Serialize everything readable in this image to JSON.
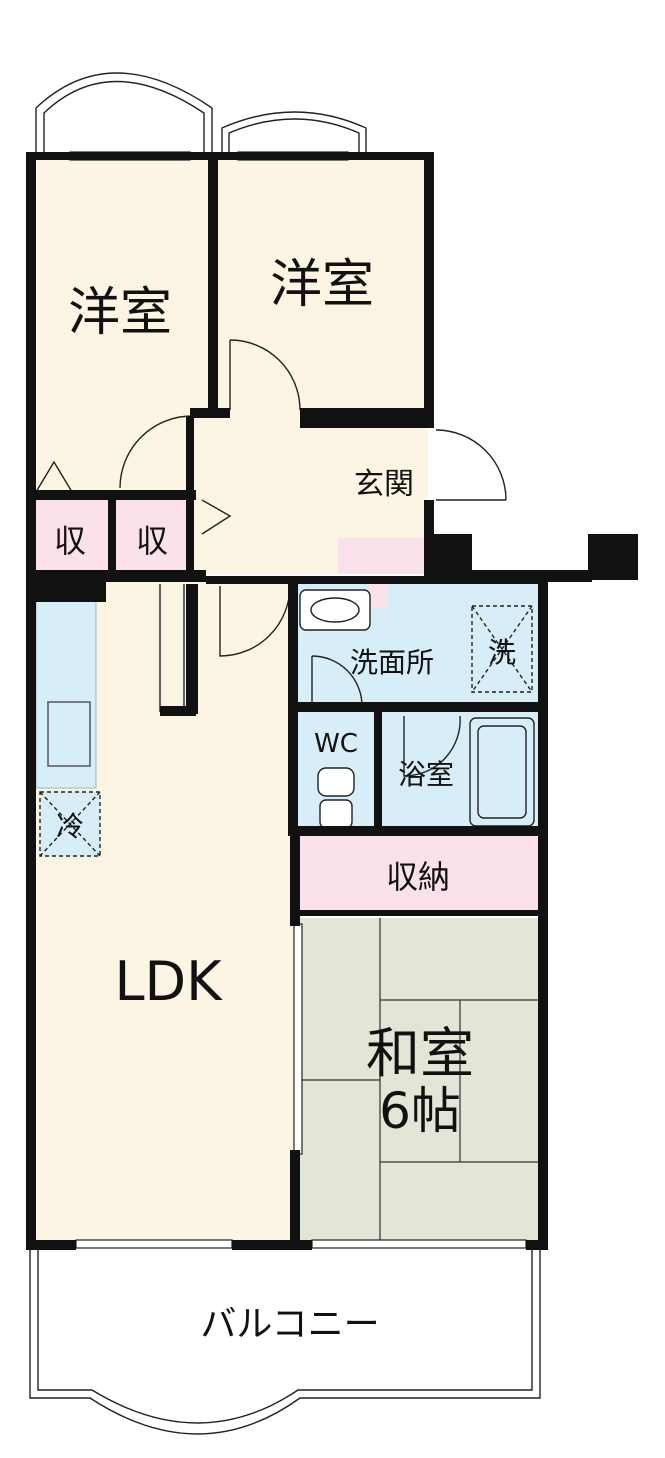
{
  "rooms": {
    "western_room_left": "洋室",
    "western_room_right": "洋室",
    "entrance": "玄関",
    "storage_left": "収",
    "storage_right": "収",
    "washroom": "洗面所",
    "washer_mark": "洗",
    "toilet": "WC",
    "bathroom": "浴室",
    "fridge_mark": "冷",
    "closet": "収納",
    "ldk": "LDK",
    "japanese_room": "和室",
    "japanese_room_size": "6帖",
    "balcony": "バルコニー"
  },
  "colors": {
    "room_fill": "#fdf5e4",
    "wet_fill": "#d7eef8",
    "storage_fill": "#fbe1ec",
    "tatami_fill": "#e2e6d7",
    "wall": "#111111"
  }
}
